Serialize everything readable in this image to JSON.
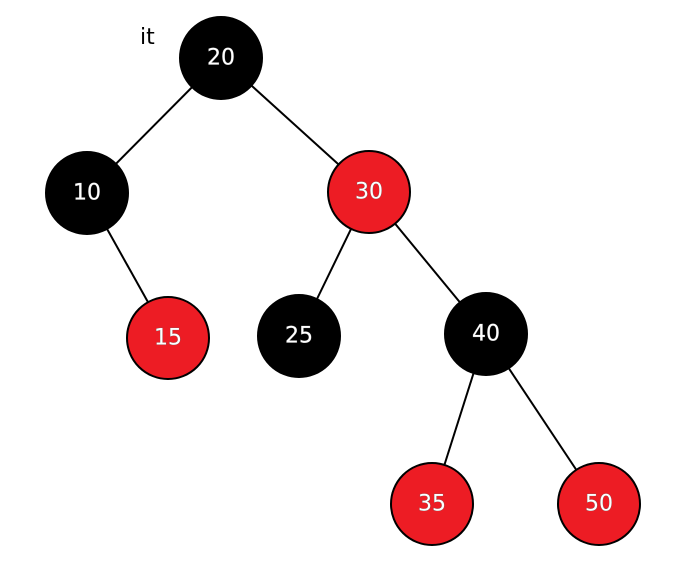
{
  "tree": {
    "pointer_label": "it",
    "colors": {
      "black": "#000000",
      "red": "#ed1c24",
      "edge": "#000000"
    },
    "nodes": [
      {
        "id": "n20",
        "label": "20",
        "color": "black"
      },
      {
        "id": "n10",
        "label": "10",
        "color": "black"
      },
      {
        "id": "n30",
        "label": "30",
        "color": "red"
      },
      {
        "id": "n15",
        "label": "15",
        "color": "red"
      },
      {
        "id": "n25",
        "label": "25",
        "color": "black"
      },
      {
        "id": "n40",
        "label": "40",
        "color": "black"
      },
      {
        "id": "n35",
        "label": "35",
        "color": "red"
      },
      {
        "id": "n50",
        "label": "50",
        "color": "red"
      }
    ],
    "edges": [
      {
        "from": "n20",
        "to": "n10"
      },
      {
        "from": "n20",
        "to": "n30"
      },
      {
        "from": "n10",
        "to": "n15"
      },
      {
        "from": "n30",
        "to": "n25"
      },
      {
        "from": "n30",
        "to": "n40"
      },
      {
        "from": "n40",
        "to": "n35"
      },
      {
        "from": "n40",
        "to": "n50"
      }
    ]
  }
}
